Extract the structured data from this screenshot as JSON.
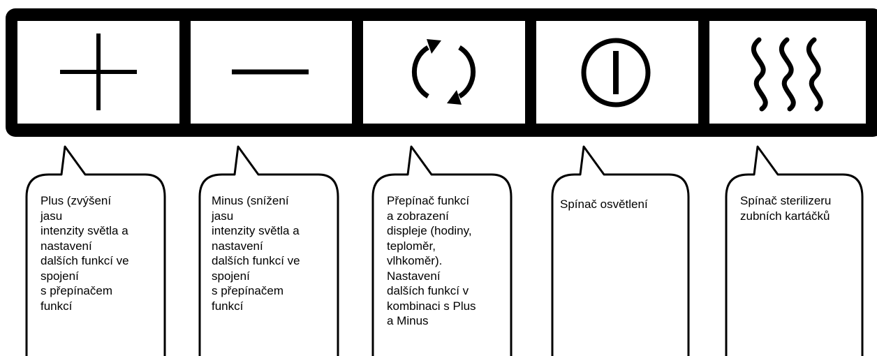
{
  "panel": {
    "buttons": [
      {
        "icon": "plus-icon"
      },
      {
        "icon": "minus-icon"
      },
      {
        "icon": "cycle-arrows-icon"
      },
      {
        "icon": "power-icon"
      },
      {
        "icon": "heat-waves-icon"
      }
    ]
  },
  "callouts": [
    {
      "text": "Plus (zvýšení\njasu\nintenzity světla a\nnastavení\ndalších funkcí ve\nspojení\ns přepínačem\nfunkcí"
    },
    {
      "text": "Minus (snížení\njasu\nintenzity světla a\nnastavení\ndalších funkcí ve\nspojení\ns přepínačem\nfunkcí"
    },
    {
      "text": "Přepínač funkcí\na zobrazení\ndispleje (hodiny,\nteploměr,\nvlhkoměr).\nNastavení\ndalších funkcí v\nkombinaci s Plus\na Minus"
    },
    {
      "text": "Spínač osvětlení"
    },
    {
      "text": "Spínač sterilizeru\nzubních kartáčků"
    }
  ],
  "colors": {
    "stroke": "#000000",
    "fill": "#ffffff"
  }
}
